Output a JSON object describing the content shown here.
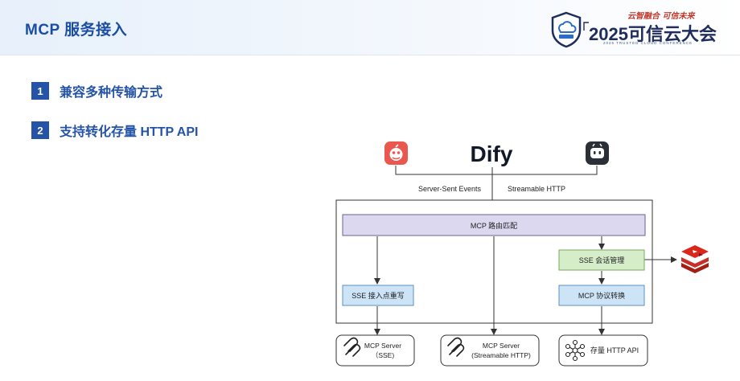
{
  "header": {
    "title": "MCP 服务接入",
    "conference": {
      "slogan": "云智融合 可信未来",
      "name": "2025可信云大会",
      "subtitle": "2025 TRUSTED CLOUD CONFERENCE"
    }
  },
  "points": [
    {
      "num": "1",
      "text": "兼容多种传输方式"
    },
    {
      "num": "2",
      "text": "支持转化存量 HTTP API"
    }
  ],
  "diagram": {
    "dify_label": "Dify",
    "transport_sse": "Server-Sent Events",
    "transport_http": "Streamable HTTP",
    "router": "MCP 路由匹配",
    "sse_session": "SSE 会话管理",
    "protocol_convert": "MCP 协议转换",
    "sse_rewrite": "SSE 接入点重写",
    "server_sse": {
      "line1": "MCP Server",
      "line2": "（SSE)"
    },
    "server_http": {
      "line1": "MCP Server",
      "line2": "(Streamable HTTP)"
    },
    "http_api": "存量 HTTP API",
    "colors": {
      "router_fill": "#dcd8f0",
      "session_fill": "#d5edc9",
      "rewrite_fill": "#cde4f7",
      "redis_red": "#d9271c",
      "app_red": "#e9574e",
      "bot_dark": "#2b2f36",
      "dify_blue": "#1c64f2"
    }
  }
}
